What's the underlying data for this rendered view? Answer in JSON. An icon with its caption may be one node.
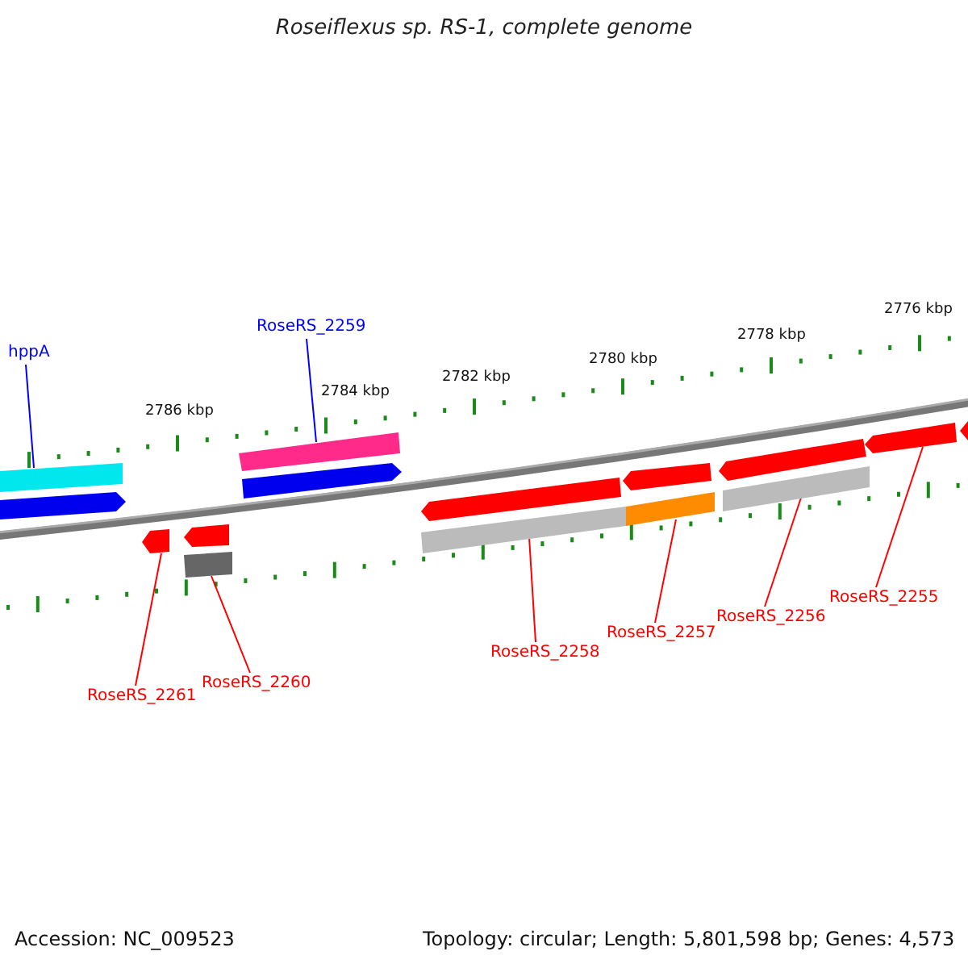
{
  "diagram": {
    "title": "Roseiflexus sp. RS-1, complete genome",
    "nodes": [
      {
        "text": [
          "hppA"
        ]
      },
      {
        "text": [
          "RoseRS_2259"
        ]
      },
      {
        "text": [
          "RoseRS_2261"
        ]
      },
      {
        "text": [
          "RoseRS_2260"
        ]
      },
      {
        "text": [
          "RoseRS_2258"
        ]
      },
      {
        "text": [
          "RoseRS_2257"
        ]
      },
      {
        "text": [
          "RoseRS_2256"
        ]
      },
      {
        "text": [
          "RoseRS_2255"
        ]
      },
      {
        "text": [],
        "shape": "bar"
      },
      {
        "text": [],
        "shape": "arrow"
      },
      {
        "text": [],
        "shape": "arrow"
      },
      {
        "text": [],
        "shape": "arrow"
      },
      {
        "text": [],
        "shape": "bar"
      },
      {
        "text": [],
        "shape": "bar"
      },
      {
        "text": [],
        "shape": "arrow"
      },
      {
        "text": [],
        "shape": "arrow"
      },
      {
        "text": [],
        "shape": "bar"
      },
      {
        "text": [],
        "shape": "arrow"
      },
      {
        "text": [],
        "shape": "bar"
      },
      {
        "text": [],
        "shape": "arrow"
      },
      {
        "text": [],
        "shape": "bar"
      },
      {
        "text": [],
        "shape": "arrow"
      },
      {
        "text": [],
        "shape": "arrow"
      }
    ],
    "edges": [
      {
        "from": 0,
        "to": 8,
        "arrow": "none",
        "color": "#0000ff"
      },
      {
        "from": 1,
        "to": 13,
        "arrow": "none",
        "color": "#0000ff"
      },
      {
        "from": 2,
        "to": 10,
        "arrow": "none"
      },
      {
        "from": 3,
        "to": 12,
        "arrow": "none"
      },
      {
        "from": 4,
        "to": 16,
        "arrow": "none"
      },
      {
        "from": 5,
        "to": 18,
        "arrow": "none"
      },
      {
        "from": 6,
        "to": 20,
        "arrow": "none"
      },
      {
        "from": 7,
        "to": 21,
        "arrow": "none"
      }
    ],
    "labels": [
      "2776 kbp",
      "2778 kbp",
      "2780 kbp",
      "2782 kbp",
      "2784 kbp",
      "2786 kbp",
      "Accession: NC_009523",
      "Topology: circular; Length: 5,801,598 bp; Genes: 4,573"
    ]
  }
}
